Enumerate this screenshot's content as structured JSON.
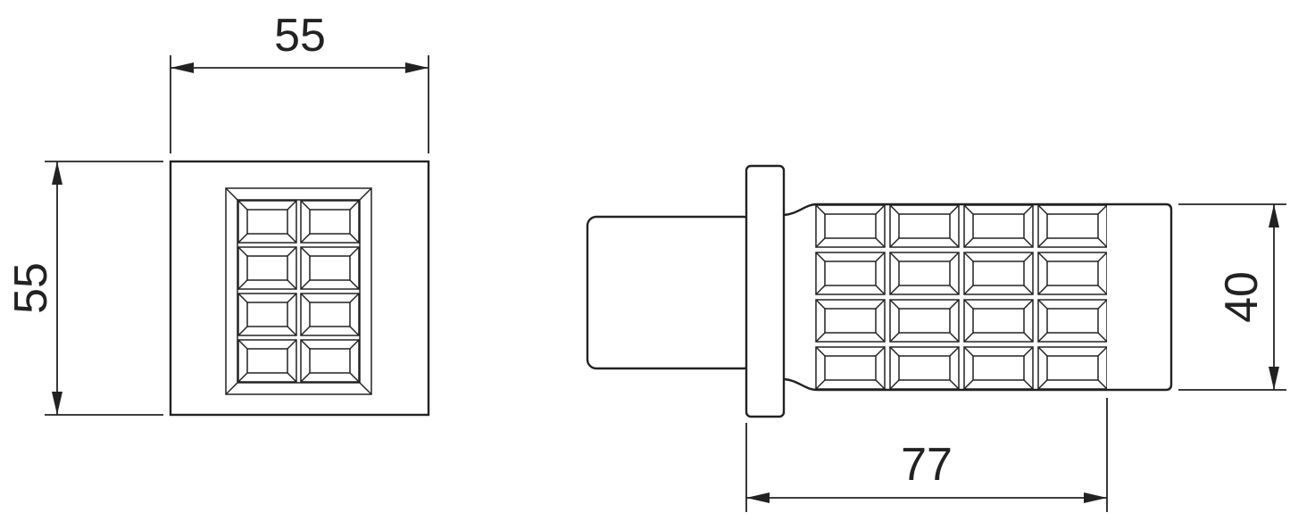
{
  "colors": {
    "line": "#222222",
    "background": "#ffffff"
  },
  "front_view": {
    "width_label": "55",
    "height_label": "55"
  },
  "side_view": {
    "length_label": "77",
    "diameter_label": "40"
  }
}
